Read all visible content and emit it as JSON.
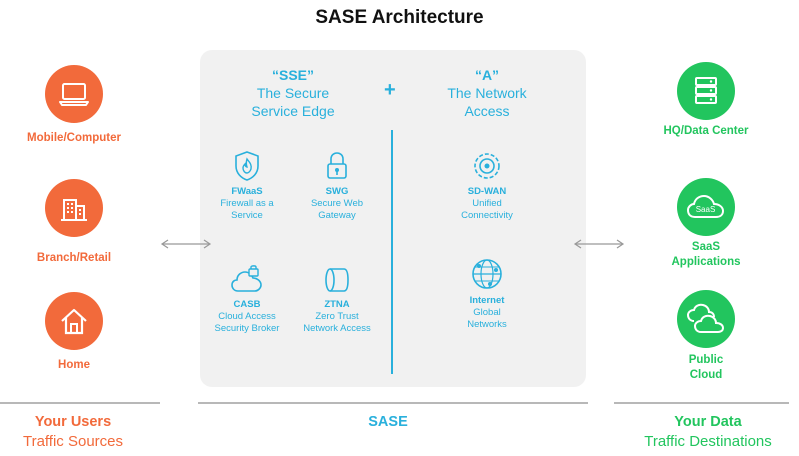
{
  "title": "SASE Architecture",
  "sse": {
    "quote": "“SSE”",
    "line1": "The Secure",
    "line2": "Service Edge"
  },
  "plus": "+",
  "a": {
    "quote": "“A”",
    "line1": "The Network",
    "line2": "Access"
  },
  "services": {
    "fwaas": {
      "name": "FWaaS",
      "desc1": "Firewall as a",
      "desc2": "Service"
    },
    "swg": {
      "name": "SWG",
      "desc1": "Secure Web",
      "desc2": "Gateway"
    },
    "casb": {
      "name": "CASB",
      "desc1": "Cloud Access",
      "desc2": "Security Broker"
    },
    "ztna": {
      "name": "ZTNA",
      "desc1": "Zero Trust",
      "desc2": "Network Access"
    },
    "sdwan": {
      "name": "SD-WAN",
      "desc1": "Unified",
      "desc2": "Connectivity"
    },
    "internet": {
      "name": "Internet",
      "desc1": "Global",
      "desc2": "Networks"
    }
  },
  "sources": {
    "mobile": "Mobile/Computer",
    "branch": "Branch/Retail",
    "home": "Home"
  },
  "destinations": {
    "hq": "HQ/Data Center",
    "saas1": "SaaS",
    "saas2": "Applications",
    "saas_badge": "SaaS",
    "cloud1": "Public",
    "cloud2": "Cloud"
  },
  "footer": {
    "users_title": "Your Users",
    "users_sub": "Traffic Sources",
    "sase": "SASE",
    "data_title": "Your Data",
    "data_sub": "Traffic Destinations"
  },
  "colors": {
    "orange": "#f26a3b",
    "blue": "#29b0dc",
    "green": "#22c55e",
    "panel": "#f1f1f1"
  }
}
